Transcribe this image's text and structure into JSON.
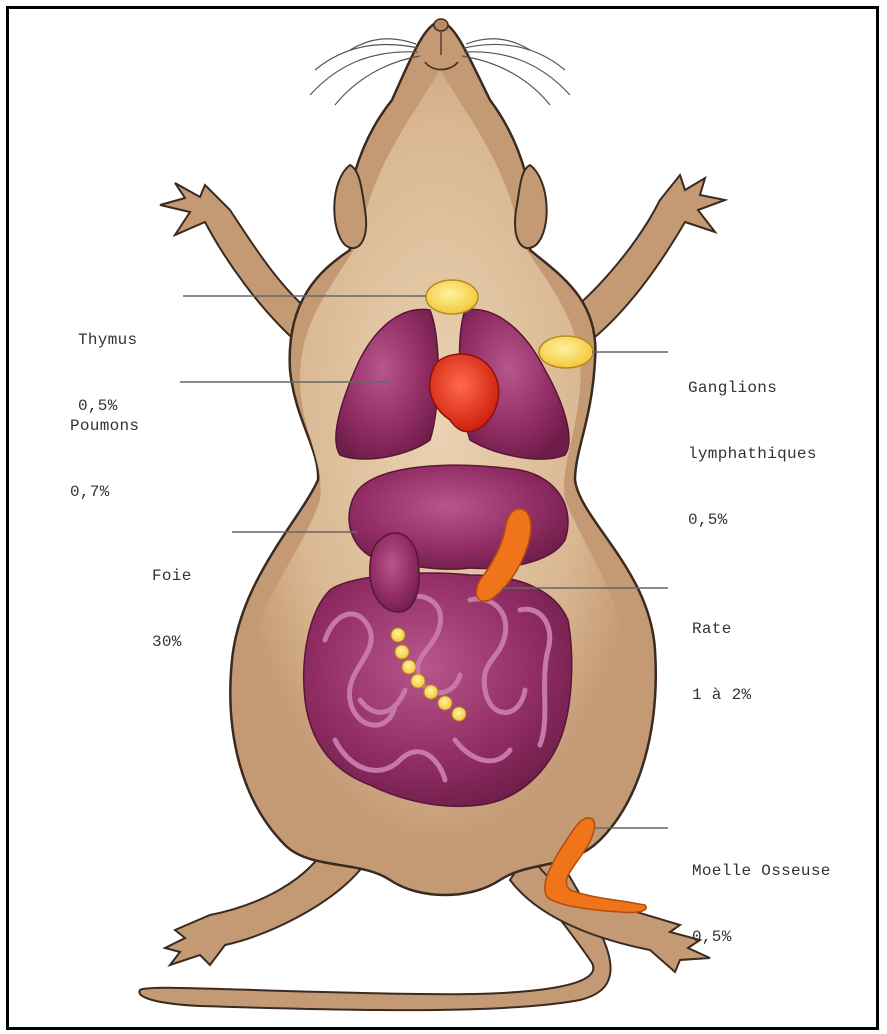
{
  "labels": {
    "thymus": {
      "name": "Thymus",
      "value": "0,5%"
    },
    "lungs": {
      "name": "Poumons",
      "value": "0,7%"
    },
    "lymph_nodes": {
      "name_line1": "Ganglions",
      "name_line2": "lymphathiques",
      "value": "0,5%"
    },
    "liver": {
      "name": "Foie",
      "value": "30%"
    },
    "spleen": {
      "name": "Rate",
      "value": "1 à 2%"
    },
    "bone_marrow": {
      "name": "Moelle Osseuse",
      "value": "0,5%"
    }
  },
  "colors": {
    "body_fur": "#c49a75",
    "belly": "#e3c7a5",
    "outline": "#3a2a20",
    "organ_purple": "#8e2f63",
    "heart": "#e8321b",
    "thymus_yellow": "#f6d54a",
    "spleen_orange": "#f0741a",
    "leader_line": "#666666"
  }
}
